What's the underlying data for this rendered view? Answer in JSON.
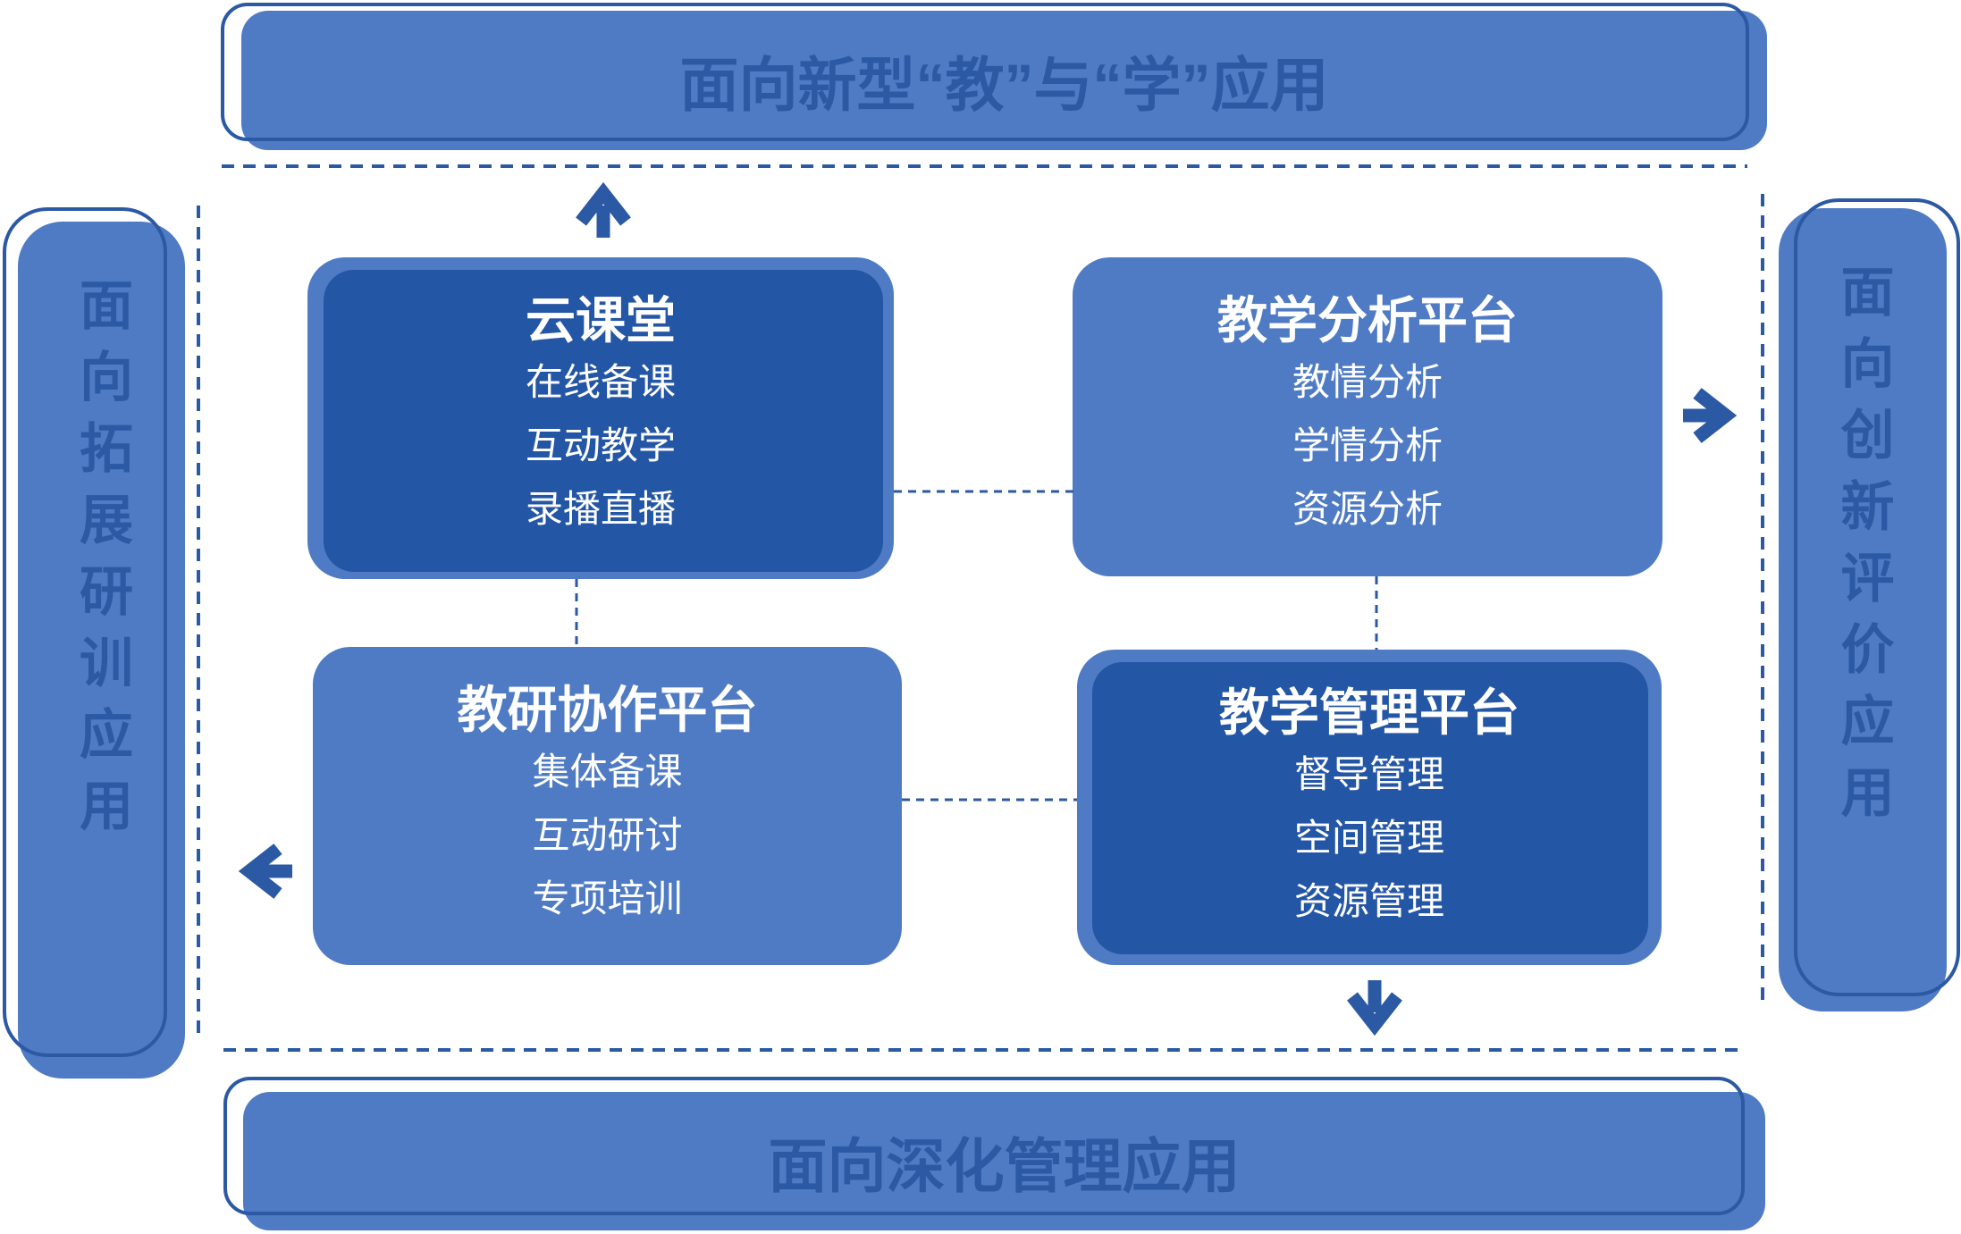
{
  "diagram": {
    "banners": {
      "top": "面向新型“教”与“学”应用",
      "left": "面向拓展研训应用",
      "right": "面向创新评价应用",
      "bottom": "面向深化管理应用"
    },
    "platforms": [
      {
        "title": "云课堂",
        "items": [
          "在线备课",
          "互动教学",
          "录播直播"
        ],
        "style": "dark"
      },
      {
        "title": "教学分析平台",
        "items": [
          "教情分析",
          "学情分析",
          "资源分析"
        ],
        "style": "light"
      },
      {
        "title": "教研协作平台",
        "items": [
          "集体备课",
          "互动研讨",
          "专项培训"
        ],
        "style": "light"
      },
      {
        "title": "教学管理平台",
        "items": [
          "督导管理",
          "空间管理",
          "资源管理"
        ],
        "style": "dark"
      }
    ],
    "icons": {
      "up_arrow": "↑",
      "right_arrow": "→",
      "left_arrow": "←",
      "down_arrow": "↓"
    },
    "colors": {
      "accent": "#2B59A4",
      "mid_fill": "#4F7BC4",
      "dark_fill": "#2456A6",
      "text_on_fill": "#FFFFFF",
      "background": "#FFFFFF"
    }
  }
}
